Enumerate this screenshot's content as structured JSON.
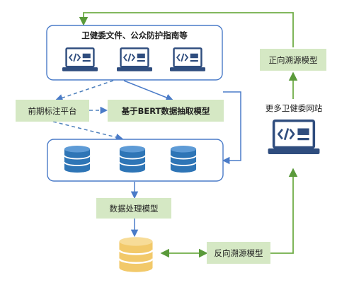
{
  "nodes": {
    "source_docs": {
      "label": "卫健委文件、公众防护指南等"
    },
    "annotation_platform": {
      "label": "前期标注平台"
    },
    "bert_model": {
      "label": "基于BERT数据抽取模型"
    },
    "processing_model": {
      "label": "数据处理模型"
    },
    "reverse_trace": {
      "label": "反向溯源模型"
    },
    "forward_trace": {
      "label": "正向溯源模型"
    },
    "more_websites": {
      "label": "更多卫健委网站"
    }
  },
  "colors": {
    "blue_border": "#4a7bc8",
    "green_box": "#d5e8c4",
    "green_line": "#70ad47",
    "db_blue": "#2e75b6",
    "db_gold": "#f2c96a",
    "icon_navy": "#2f4d7e",
    "dashed_blue": "#4f81bd"
  },
  "icons": {
    "source_docs": [
      "code-laptop-icon",
      "code-laptop-icon",
      "code-laptop-icon"
    ],
    "database_group": [
      "database-icon",
      "database-icon",
      "database-icon"
    ],
    "output": "database-icon",
    "more_websites": "code-laptop-icon"
  }
}
